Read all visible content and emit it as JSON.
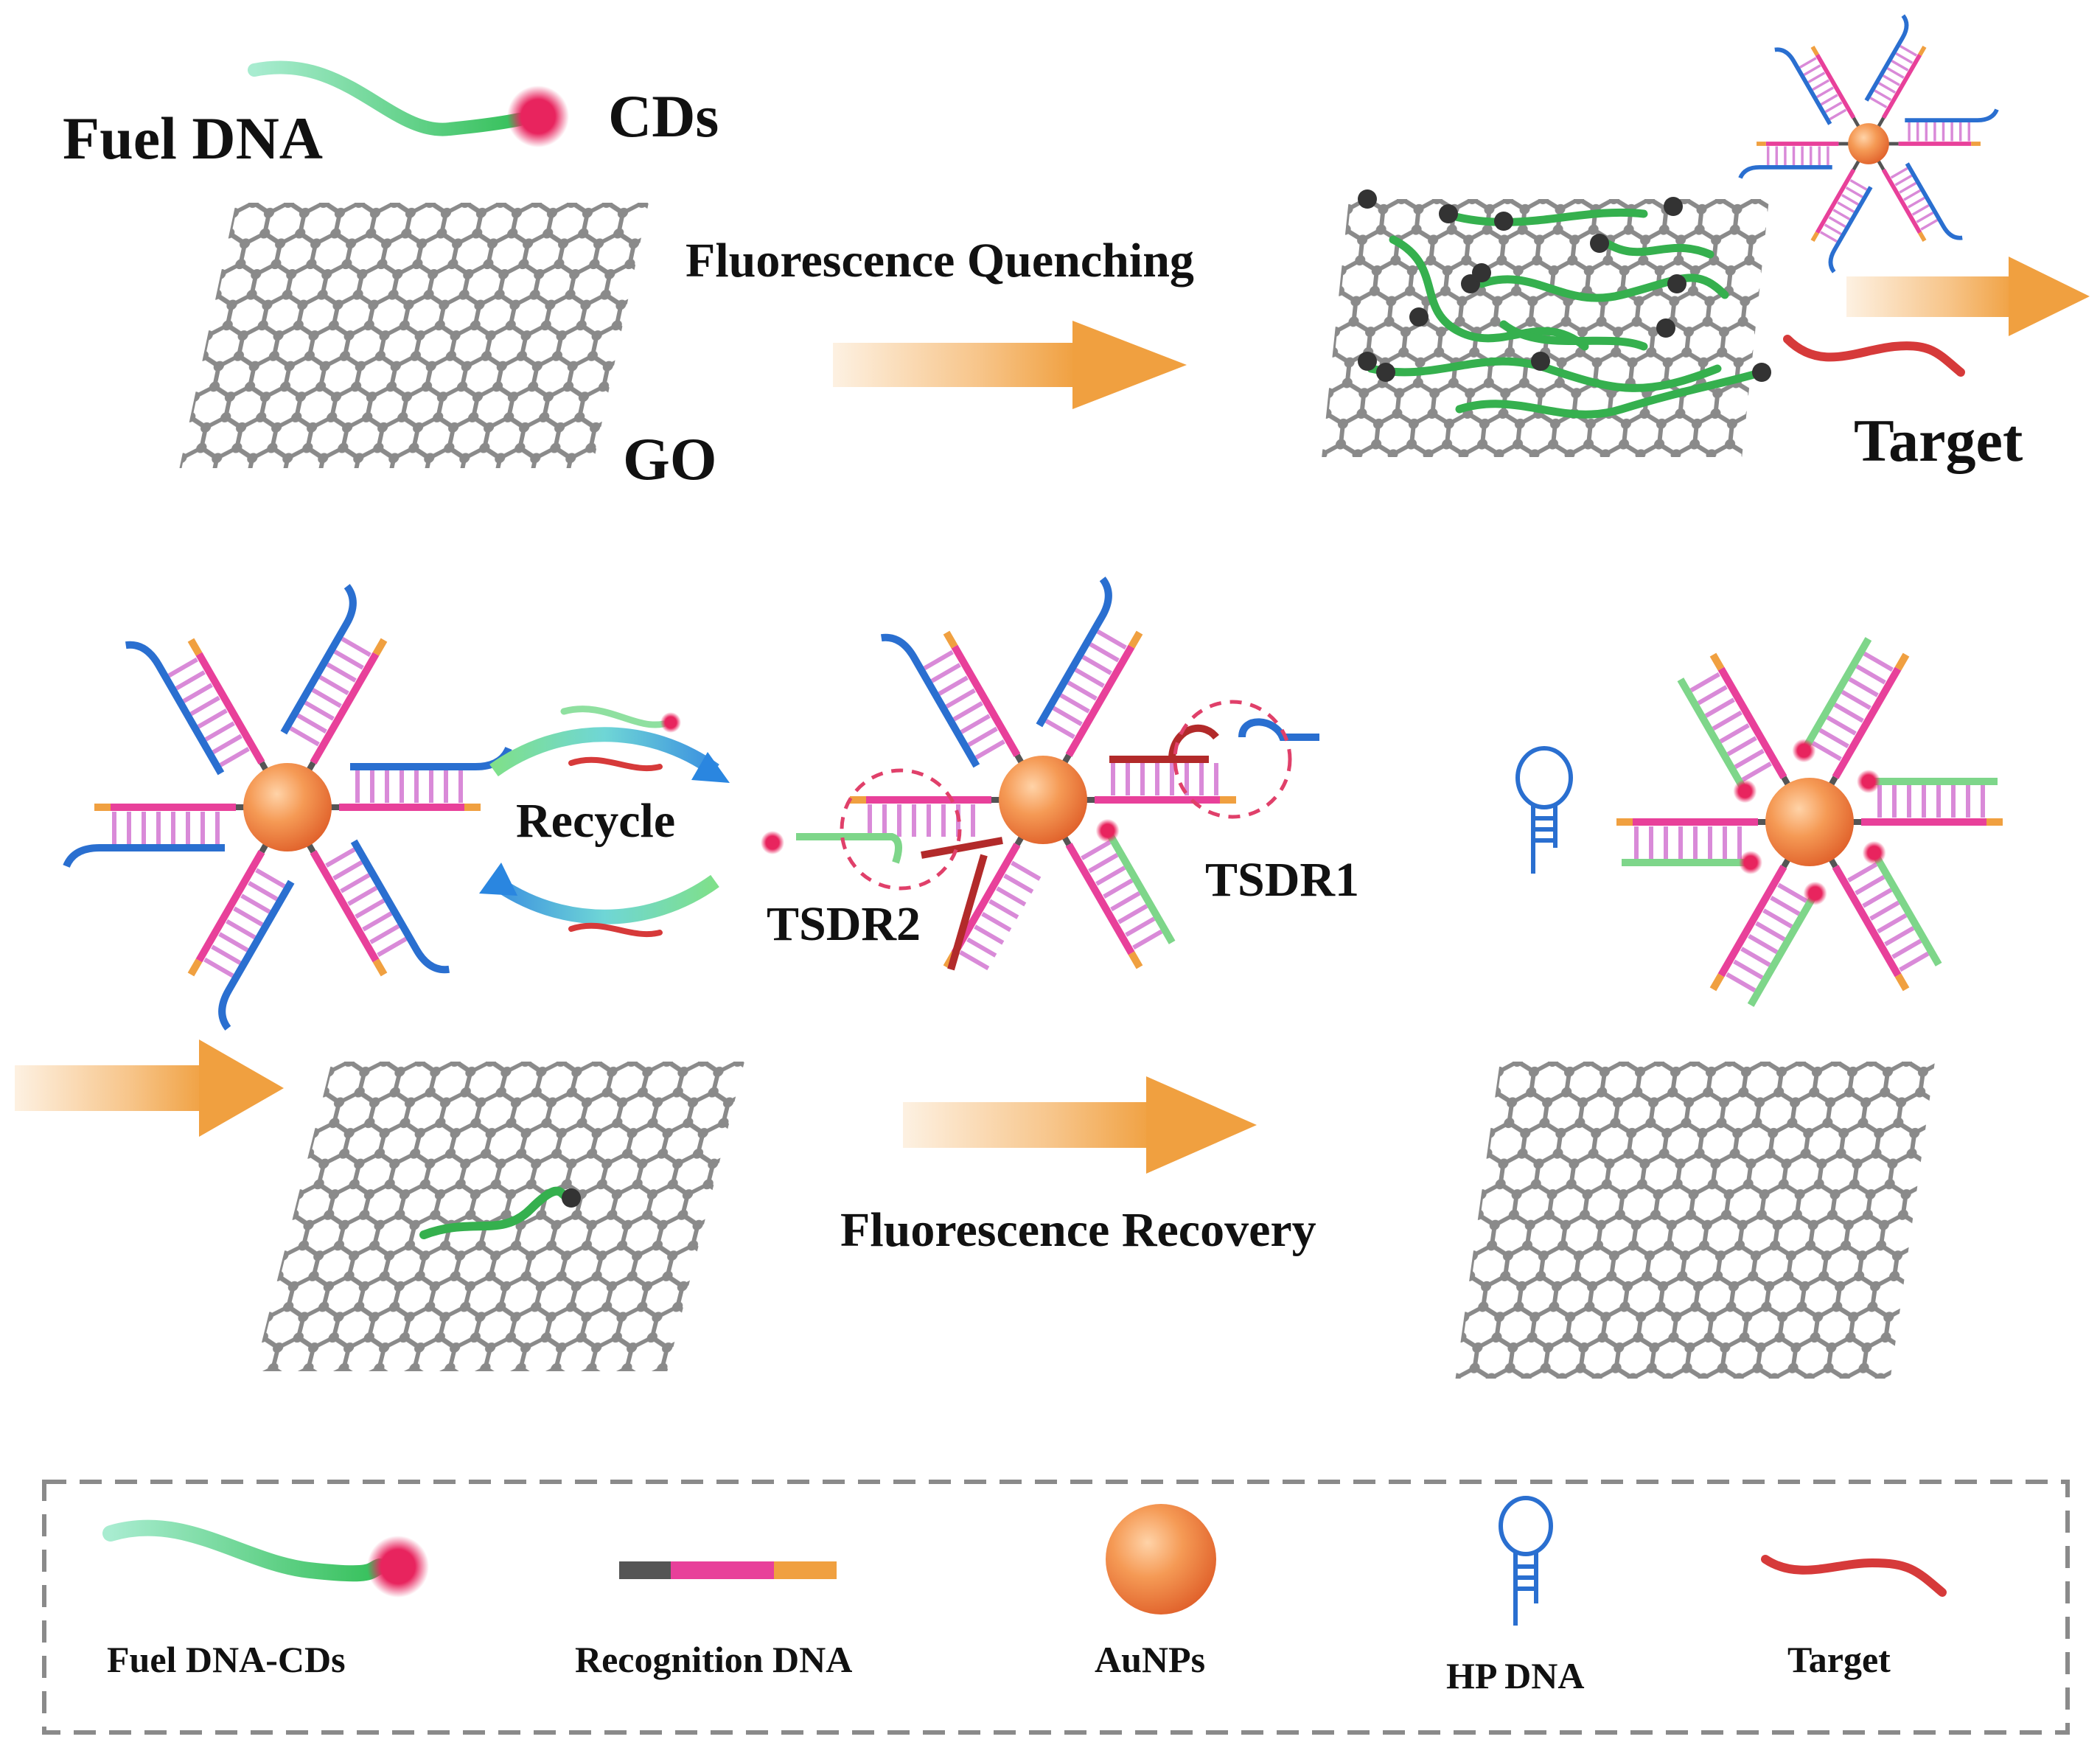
{
  "labels": {
    "fuel_dna": "Fuel DNA",
    "cds": "CDs",
    "go": "GO",
    "fluorescence_quenching": "Fluorescence Quenching",
    "target": "Target",
    "recycle": "Recycle",
    "tsdr1": "TSDR1",
    "tsdr2": "TSDR2",
    "fluorescence_recovery": "Fluorescence Recovery"
  },
  "legend": {
    "fuel_dna_cds": "Fuel DNA-CDs",
    "recognition_dna": "Recognition DNA",
    "aunps": "AuNPs",
    "hp_dna": "HP DNA",
    "target": "Target"
  },
  "colors": {
    "graphene": "#8a8a8a",
    "fuel_dna": "#35c05a",
    "cd_dot": "#e8245e",
    "recognition_pink": "#e8409a",
    "recognition_orange": "#f0a040",
    "recognition_gray": "#555555",
    "hp_dna": "#2a6fd0",
    "target": "#d63a3a",
    "aunp": "#f07a38",
    "arrow": "#f0a040",
    "rungs": "#d98ad8"
  }
}
